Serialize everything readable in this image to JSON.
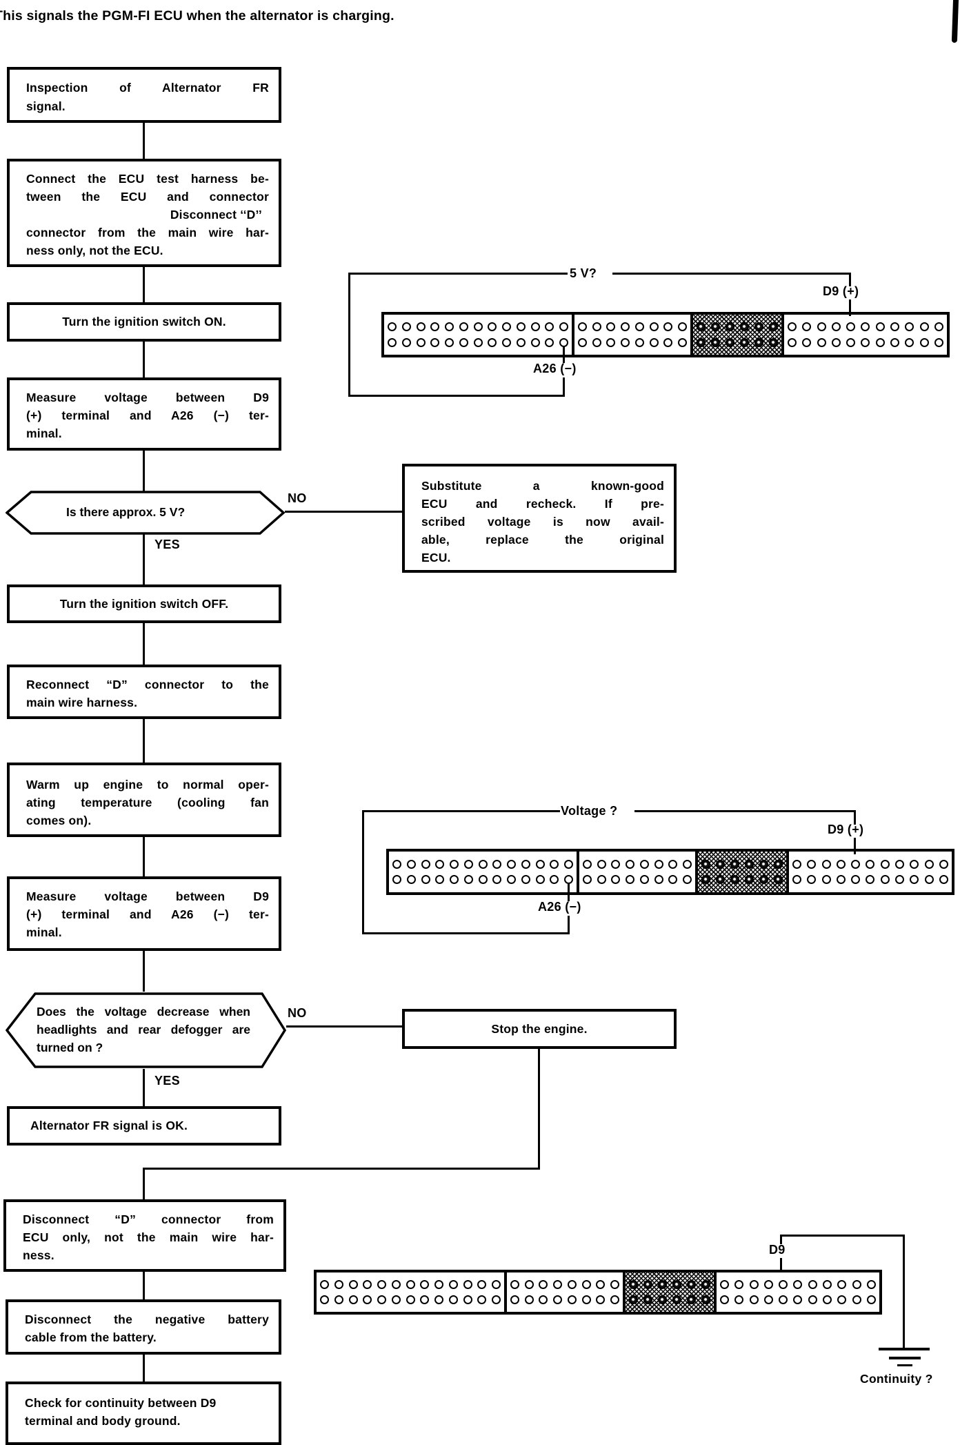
{
  "intro": "This signals the PGM-FI ECU when the alternator is charging.",
  "flow": {
    "step_inspection": [
      "Inspection of Alternator FR",
      "signal."
    ],
    "step_connect": [
      "Connect the ECU test harness be-",
      "tween the ECU and connector",
      "Disconnect ‘‘D’’",
      "connector from the main wire har-",
      "ness only, not the ECU."
    ],
    "step_ignition_on": [
      "Turn the ignition switch ON."
    ],
    "step_measure_1": [
      "Measure voltage between D9",
      "(+) terminal and A26 (−) ter-",
      "minal."
    ],
    "decision_5v": [
      "Is there approx. 5 V?"
    ],
    "step_substitute": [
      "Substitute a known-good",
      "ECU and recheck. If pre-",
      "scribed voltage is now avail-",
      "able, replace the original",
      "ECU."
    ],
    "step_ignition_off": [
      "Turn the ignition switch OFF."
    ],
    "step_reconnect": [
      "Reconnect “D” connector to the",
      "main wire harness."
    ],
    "step_warmup": [
      "Warm up engine to normal oper-",
      "ating temperature (cooling fan",
      "comes on)."
    ],
    "step_measure_2": [
      "Measure voltage between D9",
      "(+) terminal and A26 (−) ter-",
      "minal."
    ],
    "decision_voltage_drop": [
      "Does the voltage decrease when",
      "headlights and rear defogger are",
      "turned on ?"
    ],
    "step_stop_engine": [
      "Stop the engine."
    ],
    "step_ok": [
      "Alternator FR signal is OK."
    ],
    "step_disconnect_d": [
      "Disconnect “D” connector from",
      "ECU only, not the main wire har-",
      "ness."
    ],
    "step_disconnect_battery": [
      "Disconnect the negative battery",
      "cable from the battery."
    ],
    "step_check_continuity": [
      "Check for continuity between D9",
      "terminal and body ground."
    ],
    "yes_label": "YES",
    "no_label": "NO"
  },
  "connectors": [
    {
      "id": "ecu-connector-5v-test",
      "bracket_label": "5 V?",
      "positive_pin_label": "D9 (+)",
      "negative_pin_label": "A26 (−)",
      "sections": [
        {
          "cols": 13,
          "shaded": false
        },
        {
          "cols": 8,
          "shaded": false
        },
        {
          "cols": 6,
          "shaded": true
        },
        {
          "cols": 11,
          "shaded": false
        }
      ]
    },
    {
      "id": "ecu-connector-voltage-test",
      "bracket_label": "Voltage ?",
      "positive_pin_label": "D9 (+)",
      "negative_pin_label": "A26 (−)",
      "sections": [
        {
          "cols": 13,
          "shaded": false
        },
        {
          "cols": 8,
          "shaded": false
        },
        {
          "cols": 6,
          "shaded": true
        },
        {
          "cols": 11,
          "shaded": false
        }
      ]
    },
    {
      "id": "ecu-connector-continuity-test",
      "pin_label": "D9",
      "ground_label": "Continuity ?",
      "sections": [
        {
          "cols": 13,
          "shaded": false
        },
        {
          "cols": 8,
          "shaded": false
        },
        {
          "cols": 6,
          "shaded": true
        },
        {
          "cols": 11,
          "shaded": false
        }
      ]
    }
  ],
  "colors": {
    "ink": "#000000",
    "paper": "#ffffff"
  }
}
